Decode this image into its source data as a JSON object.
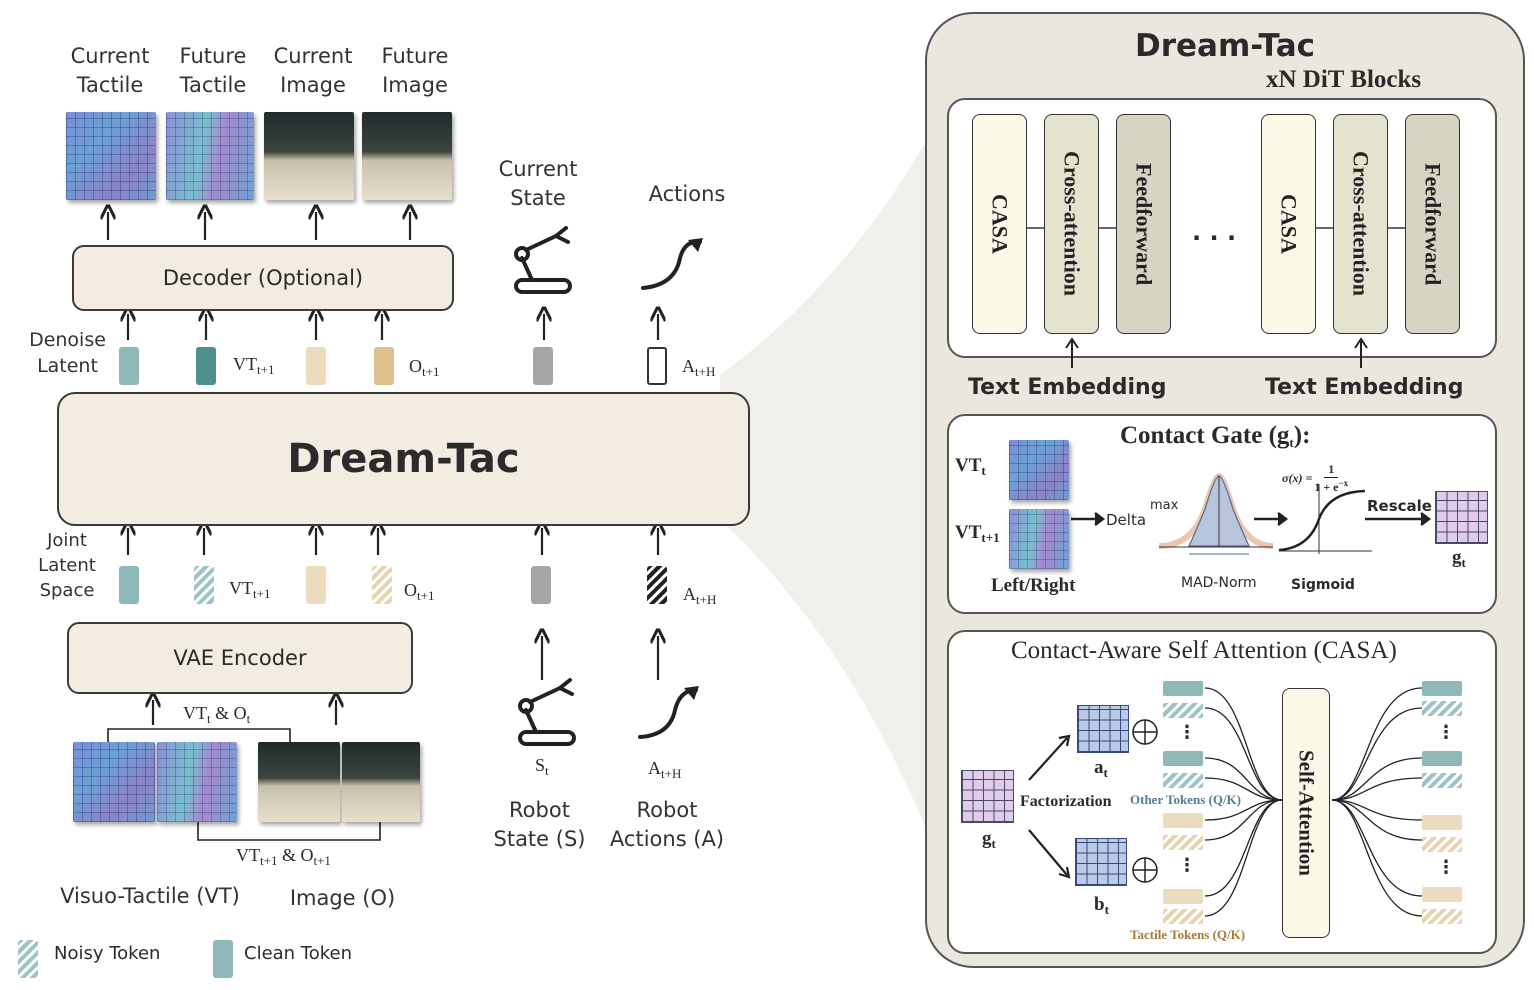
{
  "left": {
    "top_labels": {
      "current_tactile": "Current Tactile",
      "future_tactile": "Future Tactile",
      "current_image": "Current Image",
      "future_image": "Future Image",
      "current_state": "Current State",
      "actions": "Actions"
    },
    "decoder_label": "Decoder (Optional)",
    "denoise_latent": "Denoise Latent",
    "joint_latent_space": "Joint Latent Space",
    "main_block": "Dream-Tac",
    "vae_encoder": "VAE Encoder",
    "vt_label": "VT",
    "vt_sub": "t+1",
    "o_label": "O",
    "o_sub": "t+1",
    "a_label": "A",
    "a_sub": "t+H",
    "input_bracket_top": "VT",
    "input_bracket_top_sub": "t",
    "input_bracket_top_rest": " & O",
    "input_bracket_top_sub2": "t",
    "input_bracket_bottom": "VT",
    "input_bracket_bottom_sub": "t+1",
    "input_bracket_bottom_rest": " & O",
    "input_bracket_bottom_sub2": "t+1",
    "state_sym": "S",
    "state_sub": "t",
    "action_sym": "A",
    "action_sub": "t+H",
    "robot_state": "Robot State (S)",
    "robot_actions": "Robot Actions (A)",
    "visuo_tactile": "Visuo-Tactile (VT)",
    "image": "Image (O)",
    "legend_noisy": "Noisy Token",
    "legend_clean": "Clean Token"
  },
  "right": {
    "title": "Dream-Tac",
    "dit": "xN DiT Blocks",
    "blocks": [
      "CASA",
      "Cross-attention",
      "Feedforward"
    ],
    "ellipsis": "· · ·",
    "text_embedding": "Text Embedding",
    "gate_title": "Contact Gate (g",
    "gate_title_sub": "t",
    "gate_title_end": "):",
    "vt_t": "VT",
    "vt_t_sub": "t",
    "vt_t1": "VT",
    "vt_t1_sub": "t+1",
    "left_right": "Left/Right",
    "delta": "Delta",
    "max": "max",
    "mad_norm": "MAD-Norm",
    "sigmoid": "Sigmoid",
    "sigma_formula": "σ(x) = ",
    "sigma_num": "1",
    "sigma_den": "1 + e",
    "sigma_den_exp": "−x",
    "rescale": "Rescale",
    "g": "g",
    "g_sub": "t",
    "casa_title": "Contact-Aware Self Attention (CASA)",
    "a": "a",
    "a_sub": "t",
    "b": "b",
    "b_sub": "t",
    "factorization": "Factorization",
    "other_tokens": "Other Tokens (Q/K)",
    "tactile_tokens": "Tactile Tokens (Q/K)",
    "self_attention": "Self-Attention",
    "vdots": "⋮"
  },
  "colors": {
    "cream": "#f3ece0",
    "teal": "#8fb8b8",
    "teal_dark": "#4f8f8f",
    "beige": "#ecdcbf",
    "tan": "#dcc08e",
    "gray": "#a6a6a6",
    "panel": "#ebe7de"
  }
}
